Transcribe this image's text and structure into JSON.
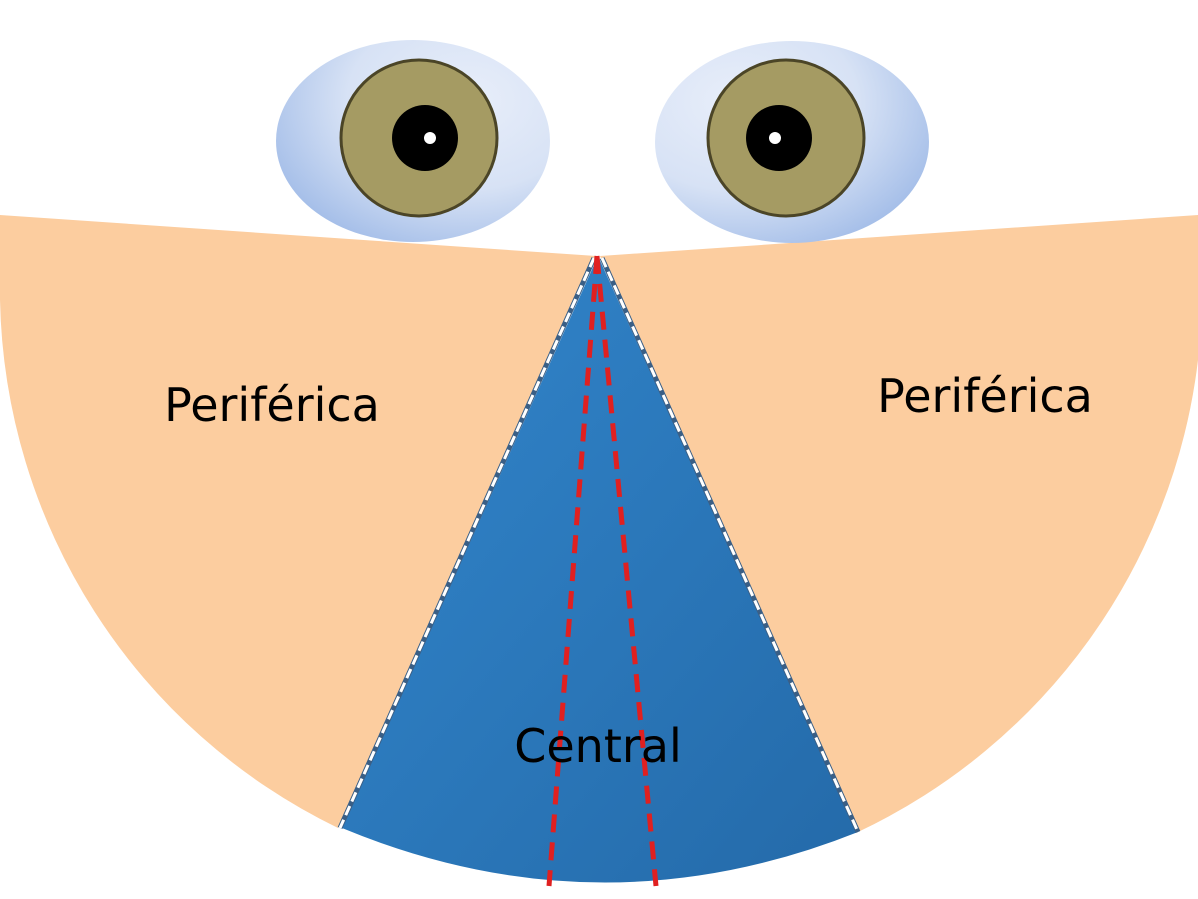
{
  "regions": {
    "left_label": "Periférica",
    "right_label": "Periférica",
    "center_label": "Central"
  },
  "colors": {
    "peripheral_fill": "#fccd9f",
    "central_fill": "#2e7ec4",
    "central_fill_dark": "#256aab",
    "boundary_dash": "#ffffff",
    "fovea_dash": "#e02020",
    "eye_white_light": "#dde6f6",
    "eye_white_dark": "#9db8e6",
    "iris": "#a59b63",
    "iris_border": "#4b4527",
    "pupil": "#000000",
    "highlight": "#ffffff"
  },
  "icons": {
    "left_eye": "eye-icon",
    "right_eye": "eye-icon"
  }
}
